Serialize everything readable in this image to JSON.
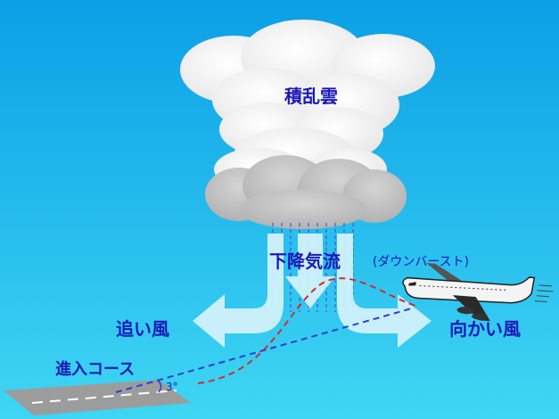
{
  "cloud": {
    "label": "積乱雲"
  },
  "downdraft": {
    "label": "下降気流",
    "sub_label": "(ダウンバースト)"
  },
  "winds": {
    "tailwind": "追い風",
    "headwind": "向かい風"
  },
  "approach": {
    "label": "進入コース",
    "angle": "3°"
  },
  "colors": {
    "sky_top": "#0c9fe6",
    "sky_bottom": "#3fd6f3",
    "label": "#1a1ab8",
    "glide_path": "#2c3fd0",
    "flight_path": "#d42a2a",
    "arrow": "#d6f3fb",
    "runway": "#9c9c9c"
  }
}
